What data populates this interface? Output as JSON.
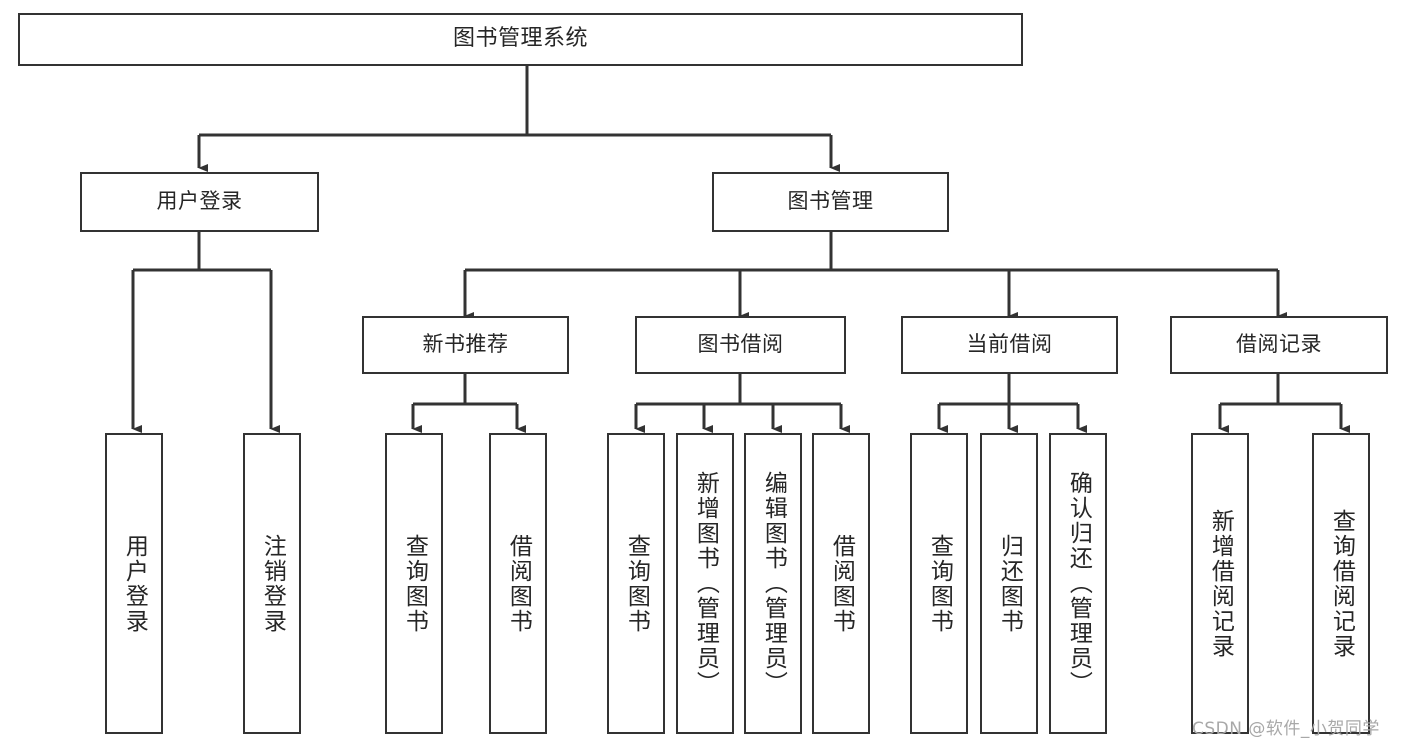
{
  "diagram": {
    "type": "tree-hierarchy",
    "title": "图书管理系统",
    "root": {
      "id": "root",
      "label": "图书管理系统"
    },
    "level2": [
      {
        "id": "user-login",
        "label": "用户登录"
      },
      {
        "id": "book-manage",
        "label": "图书管理"
      }
    ],
    "level3": [
      {
        "id": "new-book-rec",
        "label": "新书推荐",
        "parent": "book-manage"
      },
      {
        "id": "book-borrow",
        "label": "图书借阅",
        "parent": "book-manage"
      },
      {
        "id": "current-borrow",
        "label": "当前借阅",
        "parent": "book-manage"
      },
      {
        "id": "borrow-record",
        "label": "借阅记录",
        "parent": "book-manage"
      }
    ],
    "leaves": {
      "user_login": [
        {
          "id": "leaf-user-login",
          "label": "用户登录"
        },
        {
          "id": "leaf-logout",
          "label": "注销登录"
        }
      ],
      "new_book_rec": [
        {
          "id": "leaf-query-book-1",
          "label": "查询图书"
        },
        {
          "id": "leaf-borrow-book-1",
          "label": "借阅图书"
        }
      ],
      "book_borrow": [
        {
          "id": "leaf-query-book-2",
          "label": "查询图书"
        },
        {
          "id": "leaf-add-book",
          "label": "新增图书（管理员）"
        },
        {
          "id": "leaf-edit-book",
          "label": "编辑图书（管理员）"
        },
        {
          "id": "leaf-borrow-book-2",
          "label": "借阅图书"
        }
      ],
      "current_borrow": [
        {
          "id": "leaf-query-book-3",
          "label": "查询图书"
        },
        {
          "id": "leaf-return-book",
          "label": "归还图书"
        },
        {
          "id": "leaf-confirm-return",
          "label": "确认归还（管理员）"
        }
      ],
      "borrow_record": [
        {
          "id": "leaf-add-record",
          "label": "新增借阅记录"
        },
        {
          "id": "leaf-query-record",
          "label": "查询借阅记录"
        }
      ]
    }
  },
  "watermark": {
    "text": "CSDN @软件_小贺同学"
  },
  "colors": {
    "stroke": "#333333",
    "text": "#262626",
    "background": "#ffffff",
    "watermark": "#a8a8a8"
  }
}
